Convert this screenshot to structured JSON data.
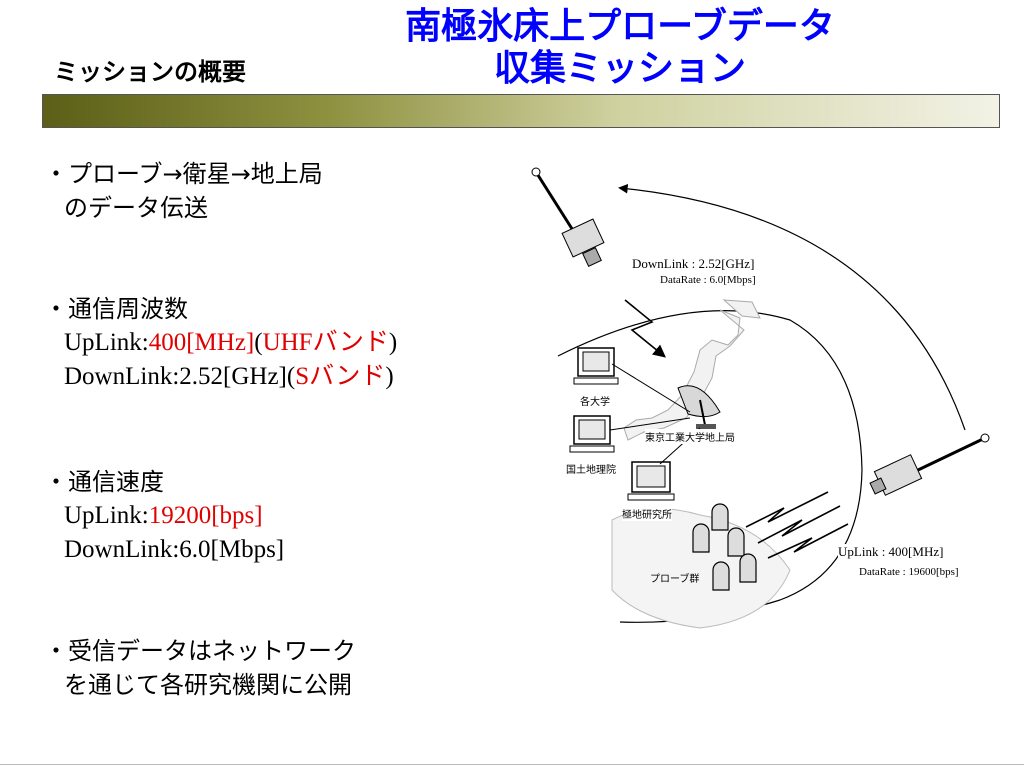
{
  "title": {
    "line1": "南極氷床上プローブデータ",
    "line2": "収集ミッション"
  },
  "section": "ミッションの概要",
  "bullets": {
    "b1": {
      "l1": "・プローブ→衛星→地上局",
      "l2": "のデータ伝送"
    },
    "b2": {
      "head": "・通信周波数",
      "up_pre": "UpLink:",
      "up_val": "400[MHz]",
      "up_open": "(",
      "up_band": "UHFバンド",
      "up_close": ")",
      "down_pre": "DownLink:2.52[GHz](",
      "down_band": "Sバンド",
      "down_close": ")"
    },
    "b3": {
      "head": "・通信速度",
      "up_pre": "UpLink:",
      "up_val": "19200[bps]",
      "down": "DownLink:6.0[Mbps]"
    },
    "b4": {
      "l1": "・受信データはネットワーク",
      "l2": "を通じて各研究機関に公開"
    }
  },
  "diagram": {
    "downlink": "DownLink : 2.52[GHz]",
    "downrate": "DataRate : 6.0[Mbps]",
    "uplink": "UpLink : 400[MHz]",
    "uprate": "DataRate : 19600[bps]",
    "universities": "各大学",
    "gsi": "国土地理院",
    "ground_station": "東京工業大学地上局",
    "polar": "極地研究所",
    "probes": "プローブ群"
  },
  "colors": {
    "title": "#0000ff",
    "highlight": "#e00000"
  }
}
